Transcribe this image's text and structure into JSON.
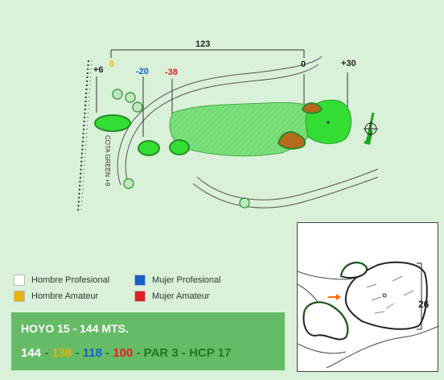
{
  "distances": {
    "total_label": "123",
    "tee_white_pro": "+6",
    "tee_amateur": "0",
    "tee_lady_pro": "-20",
    "tee_lady_amateur": "-38",
    "green_front": "0",
    "green_back": "+30"
  },
  "green_elevation": "COTA GREEN +9",
  "legend": [
    {
      "label": "Hombre Profesional",
      "color": "#ffffff"
    },
    {
      "label": "Hombre Amateur",
      "color": "#e8b400"
    },
    {
      "label": "Mujer Profesional",
      "color": "#1560c8"
    },
    {
      "label": "Mujer Amateur",
      "color": "#e02020"
    }
  ],
  "hole": {
    "title": "HOYO 15 - 144 MTS.",
    "men_pro": "144",
    "men_amateur": "138",
    "women_pro": "118",
    "women_amateur": "100",
    "sep": " - ",
    "par": "PAR 3",
    "hcp": "HCP 17"
  },
  "green_depth": "26",
  "colors": {
    "background": "#d9f1d9",
    "fairway": "#7be07b",
    "green": "#33dd33",
    "bunker": "#b86a1c",
    "info_box": "#66bb66"
  }
}
